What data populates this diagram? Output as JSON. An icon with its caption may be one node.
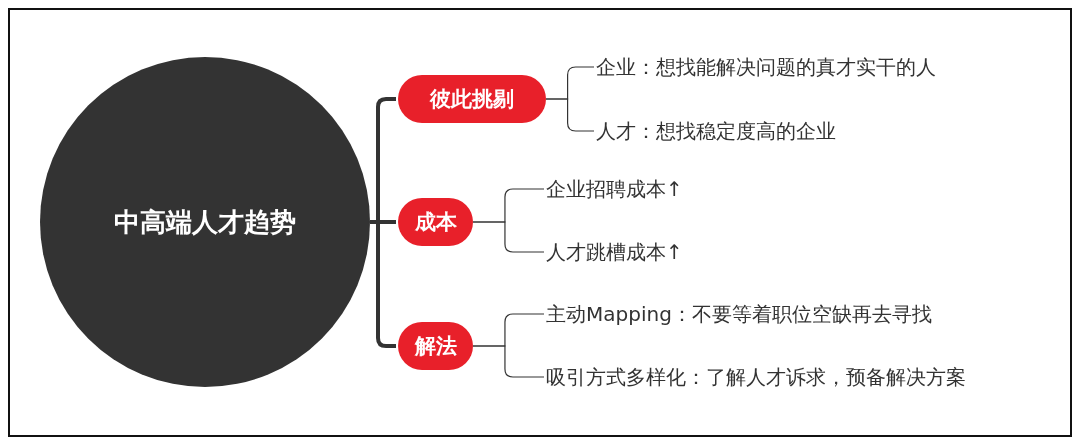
{
  "diagram": {
    "nodes": [
      {
        "text": [
          "中高端人才趋势"
        ]
      },
      {
        "text": [
          "彼此挑剔"
        ]
      },
      {
        "text": [
          "成本"
        ]
      },
      {
        "text": [
          "解法"
        ]
      },
      {
        "text": [
          "企业：想找能解决问题的真才实干的人"
        ]
      },
      {
        "text": [
          "人才：想找稳定度高的企业"
        ]
      },
      {
        "text": [
          "企业招聘成本↑"
        ]
      },
      {
        "text": [
          "人才跳槽成本↑"
        ]
      },
      {
        "text": [
          "主动Mapping：不要等着职位空缺再去寻找"
        ]
      },
      {
        "text": [
          "吸引方式多样化：了解人才诉求，预备解决方案"
        ]
      }
    ],
    "edges": [
      {
        "from": 0,
        "to": 1,
        "arrow": "none",
        "style": "thick"
      },
      {
        "from": 0,
        "to": 2,
        "arrow": "none",
        "style": "thick"
      },
      {
        "from": 0,
        "to": 3,
        "arrow": "none",
        "style": "thick"
      },
      {
        "from": 1,
        "to": 4,
        "arrow": "none"
      },
      {
        "from": 1,
        "to": 5,
        "arrow": "none"
      },
      {
        "from": 2,
        "to": 6,
        "arrow": "none"
      },
      {
        "from": 2,
        "to": 7,
        "arrow": "none"
      },
      {
        "from": 3,
        "to": 8,
        "arrow": "none"
      },
      {
        "from": 3,
        "to": 9,
        "arrow": "none"
      }
    ]
  }
}
